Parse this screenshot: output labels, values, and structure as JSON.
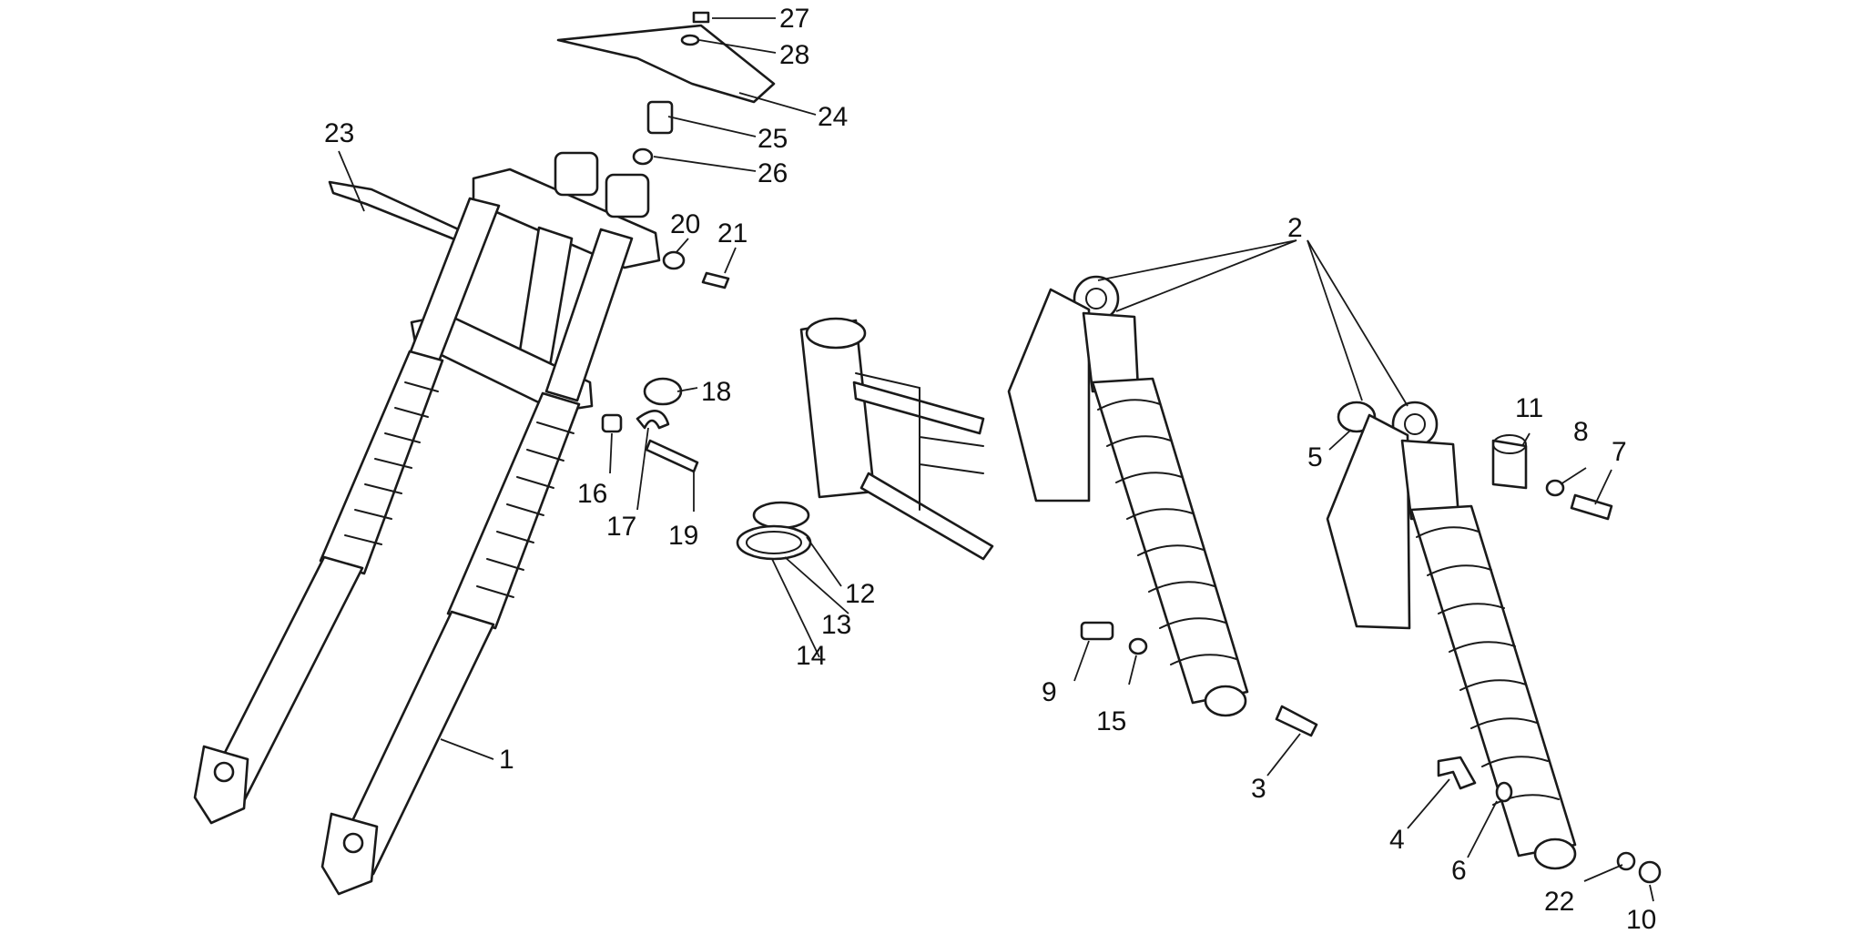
{
  "diagram": {
    "style": "exploded-view line drawing",
    "colors": {
      "line": "#1a1a1a",
      "text": "#111111",
      "background": "#ffffff"
    },
    "callouts": [
      "1",
      "2",
      "3",
      "4",
      "5",
      "6",
      "7",
      "8",
      "9",
      "10",
      "11",
      "12",
      "13",
      "14",
      "15",
      "16",
      "17",
      "18",
      "19",
      "20",
      "21",
      "22",
      "23",
      "24",
      "25",
      "26",
      "27",
      "28"
    ]
  }
}
